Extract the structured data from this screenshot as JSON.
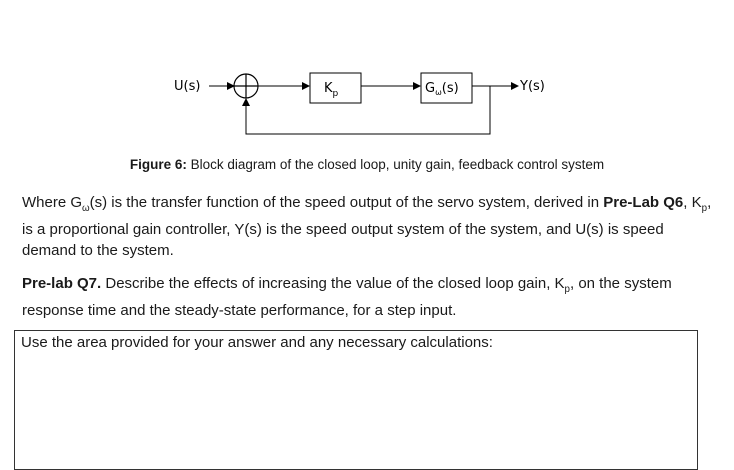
{
  "diagram": {
    "input_label": "U(s)",
    "controller_label": "K",
    "controller_sub": "p",
    "plant_label": "G",
    "plant_sub": "ω",
    "plant_arg": "(s)",
    "output_label": "Y(s)"
  },
  "figure": {
    "label": "Figure 6:",
    "caption": "Block diagram of the closed loop, unity gain, feedback control system"
  },
  "paragraph1": {
    "t1": "Where G",
    "g_sub": "ω",
    "t2": "(s) is the transfer function of the speed output of the servo system, derived in ",
    "ref": "Pre-Lab Q6",
    "t3": ", K",
    "k_sub": "p",
    "t4": ", is a proportional gain controller, Y(s) is the speed output system of the system, and U(s) is speed demand to the system."
  },
  "paragraph2": {
    "label": "Pre-lab Q7.",
    "t1": " Describe the effects of increasing the value of the closed loop gain, K",
    "k_sub": "p",
    "t2": ", on the system response time and the steady-state performance, for a step input."
  },
  "answer_box": {
    "prompt": "Use the area provided for your answer and any necessary calculations:"
  }
}
